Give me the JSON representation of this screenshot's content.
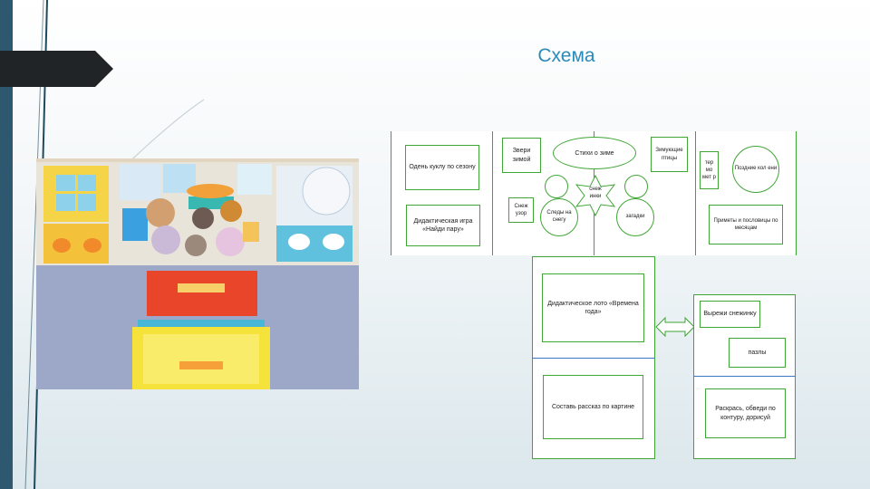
{
  "slide": {
    "title": "Схема"
  },
  "scheme": {
    "top_left": {
      "dress_doll": "Одень куклу по сезону",
      "find_pair": "Дидактическая игра «Найди пару»"
    },
    "top_center": {
      "winter_animals": "Звери зимой",
      "winter_poems": "Стихи о зиме",
      "wintering_birds": "Зимующие птицы",
      "snow_pattern": "Снеж узор",
      "snow_tracks": "Следы на снегу",
      "snowflake": "снеж инки",
      "riddles": "загадки"
    },
    "top_right": {
      "thermometer": "тер мо мет р",
      "late_hours": "Поздние кол ени",
      "proverbs": "Приметы и пословицы по месяцам"
    },
    "bottom_center": {
      "lotto": "Дидактическое лото «Времена года»",
      "story": "Составь рассказ по картине"
    },
    "bottom_right": {
      "cut_snowflake": "Вырежи снежинку",
      "puzzles": "пазлы",
      "color_trace": "Раскрась, обведи по контуру, дорисуй"
    }
  },
  "photo": {
    "center_label": "",
    "bottom_label": ""
  },
  "colors": {
    "accent": "#2c8ab8",
    "sidebar": "#2e5870",
    "box_border": "#3fa535",
    "divider": "#3a78c5"
  }
}
